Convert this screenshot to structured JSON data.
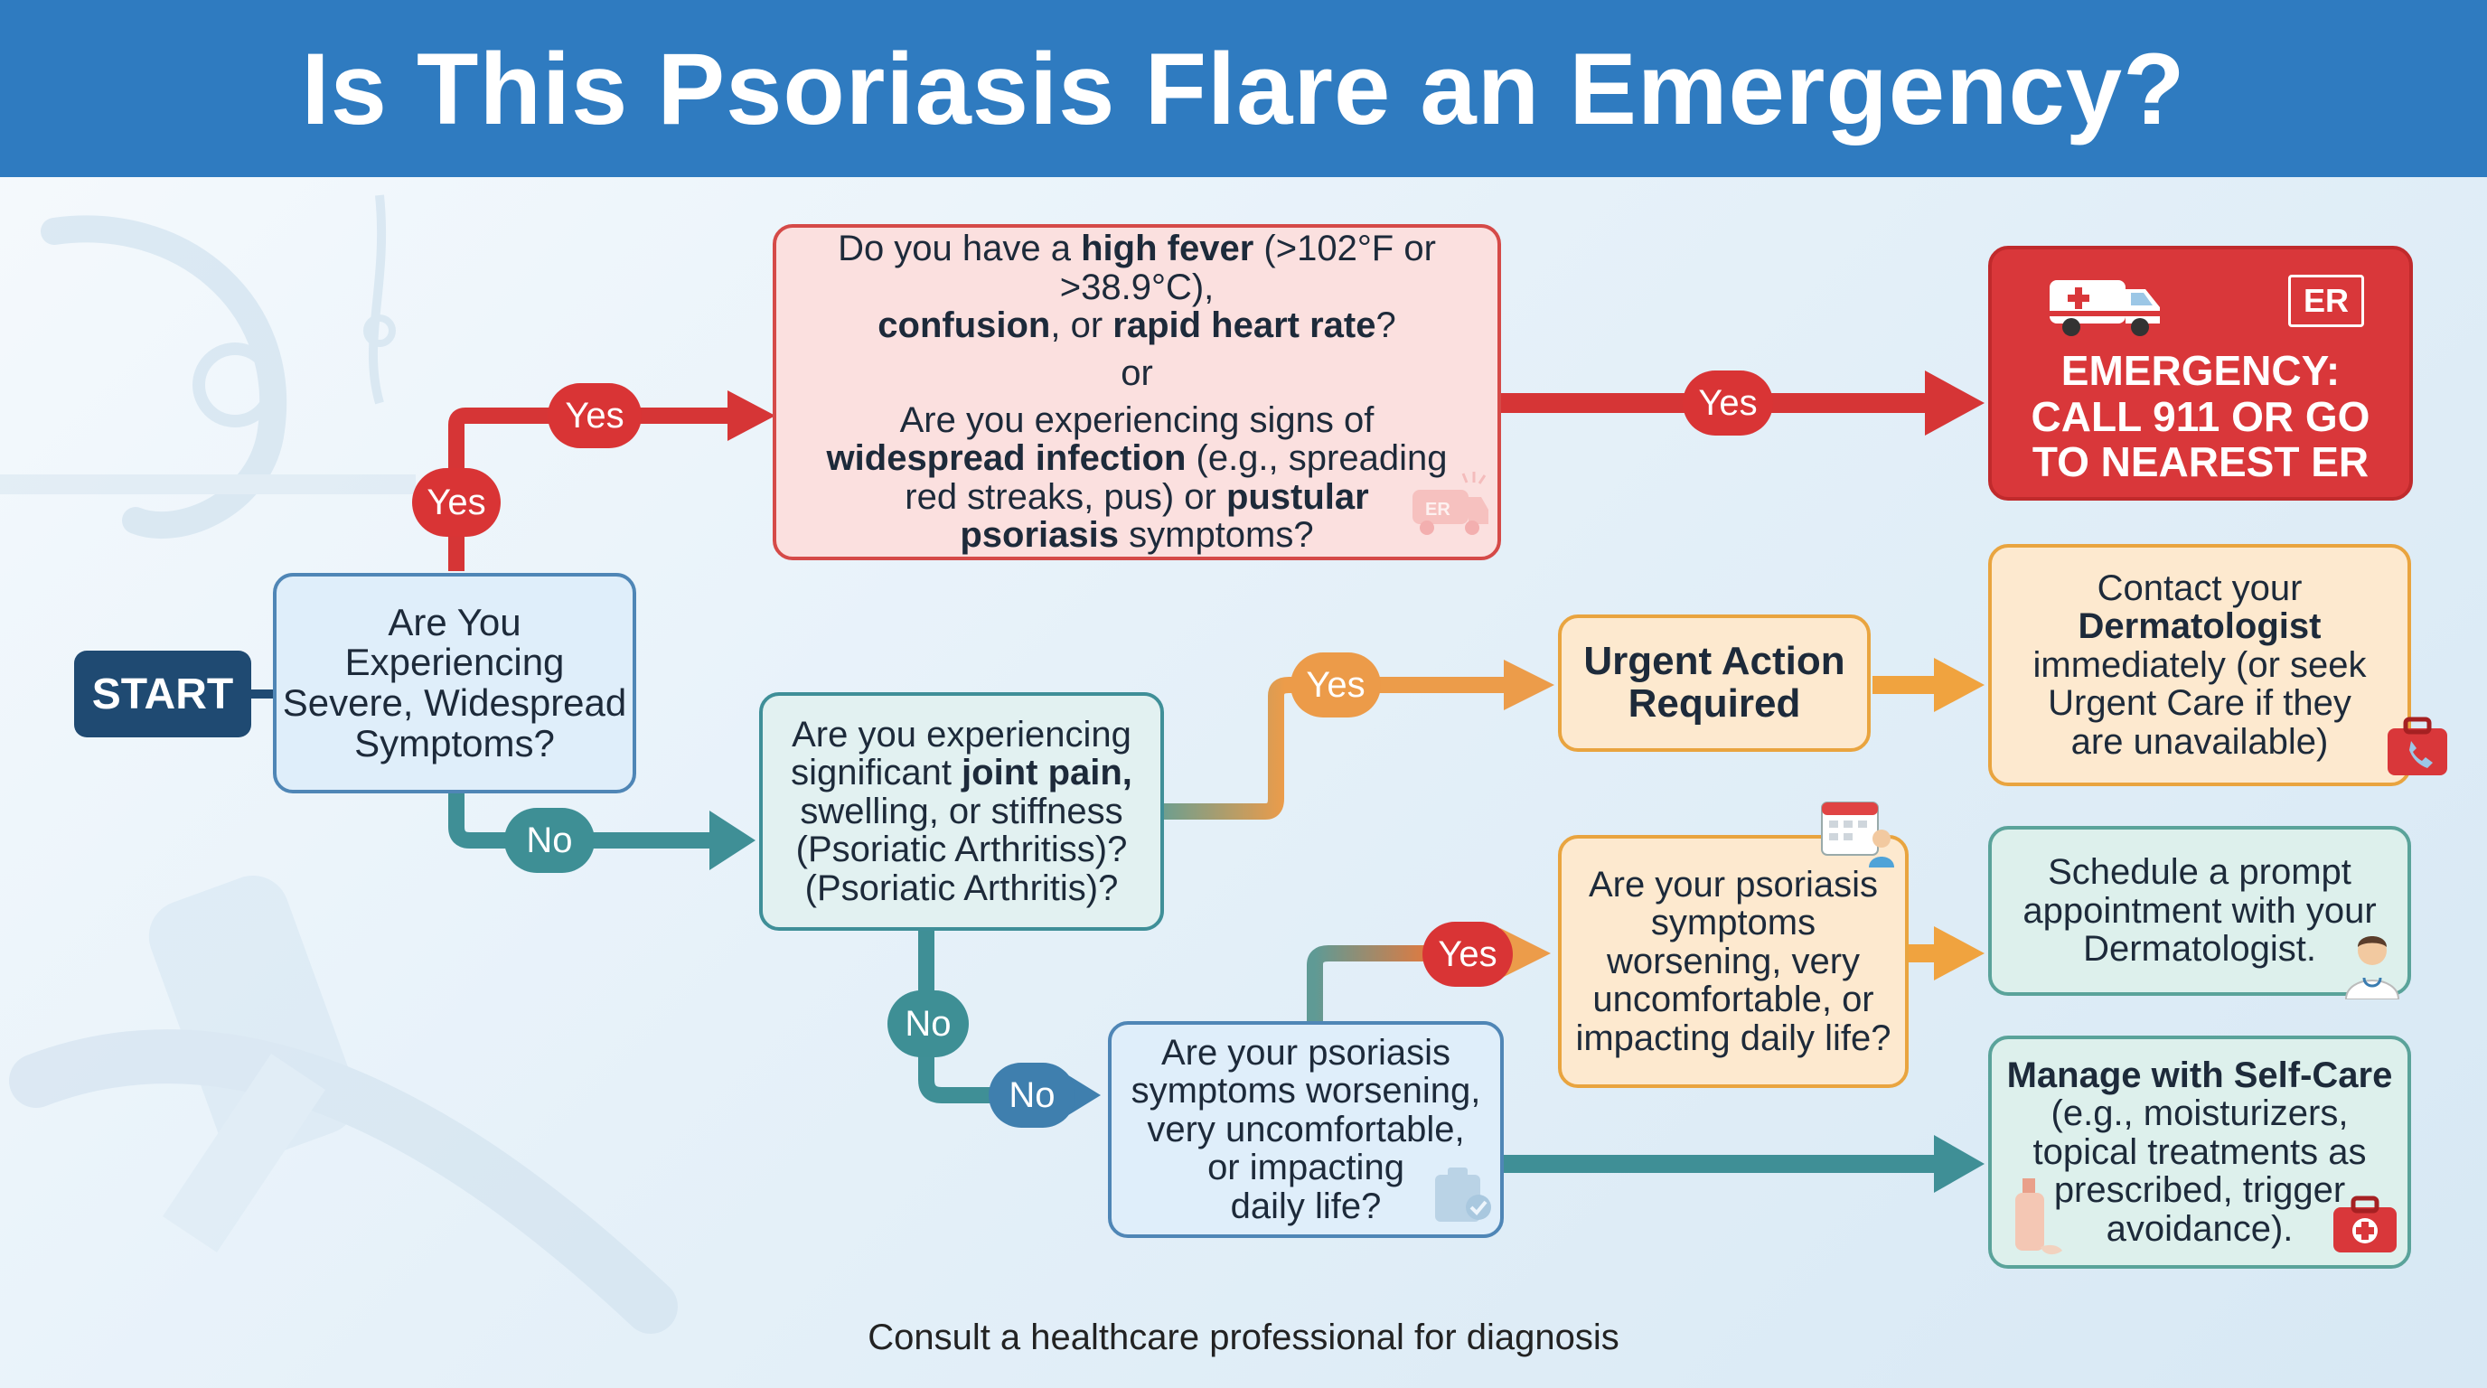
{
  "title": "Is This Psoriasis Flare an Emergency?",
  "start_label": "START",
  "nodes": {
    "q1": [
      "Are You",
      "Experiencing",
      "Severe, Widespread",
      "Symptoms?"
    ],
    "q2": {
      "l1a": "Do you have a ",
      "l1b": "high fever",
      "l1c": " (>102°F or >38.9°C),",
      "l2a": "confusion",
      "l2b": ", or ",
      "l2c": "rapid heart rate",
      "l2d": "?",
      "or": "or",
      "l3": "Are you experiencing signs of",
      "l4a": "widespread infection",
      "l4b": " (e.g., spreading",
      "l5a": "red streaks, pus) or ",
      "l5b": "pustular",
      "l6a": "psoriasis",
      "l6b": " symptoms?"
    },
    "q3": {
      "l1": "Are you experiencing",
      "l2a": "significant ",
      "l2b": "joint pain,",
      "l3": "swelling, or stiffness",
      "l4": "(Psoriatic Arthritiss)?",
      "l5": "(Psoriatic Arthritis)?"
    },
    "q4": [
      "Are your psoriasis",
      "symptoms worsening,",
      "very uncomfortable,",
      "or impacting",
      "daily life?"
    ],
    "q5": [
      "Are your psoriasis",
      "symptoms",
      "worsening, very",
      "uncomfortable, or",
      "impacting daily life?"
    ],
    "urgent": [
      "Urgent Action",
      "Required"
    ],
    "emergency": [
      "EMERGENCY:",
      "CALL 911 OR GO",
      "TO NEAREST ER"
    ],
    "contact": {
      "l1": "Contact your",
      "l2": "Dermatologist",
      "l3": "immediately (or seek",
      "l4": "Urgent Care if they",
      "l5": "are unavailable)"
    },
    "schedule": [
      "Schedule a prompt",
      "appointment with your",
      "Dermatologist."
    ],
    "selfcare": {
      "l1": "Manage with Self-Care",
      "l2": "(e.g., moisturizers,",
      "l3": "topical treatments as",
      "l4": "prescribed, trigger",
      "l5": "avoidance)."
    }
  },
  "badges": {
    "yes": "Yes",
    "no": "No",
    "er": "ER"
  },
  "footer": "Consult a healthcare professional for diagnosis",
  "colors": {
    "header": "#2f7bc0",
    "red_path": "#d63536",
    "teal_path": "#3f8f96",
    "orange_path": "#ec9c4a",
    "emergency": "#d9373a"
  },
  "icons": [
    "ambulance-icon",
    "er-sign-icon",
    "calendar-doctor-icon",
    "first-aid-kit-icon",
    "doctor-icon",
    "phone-bag-icon",
    "lotion-icon",
    "clipboard-check-icon"
  ]
}
